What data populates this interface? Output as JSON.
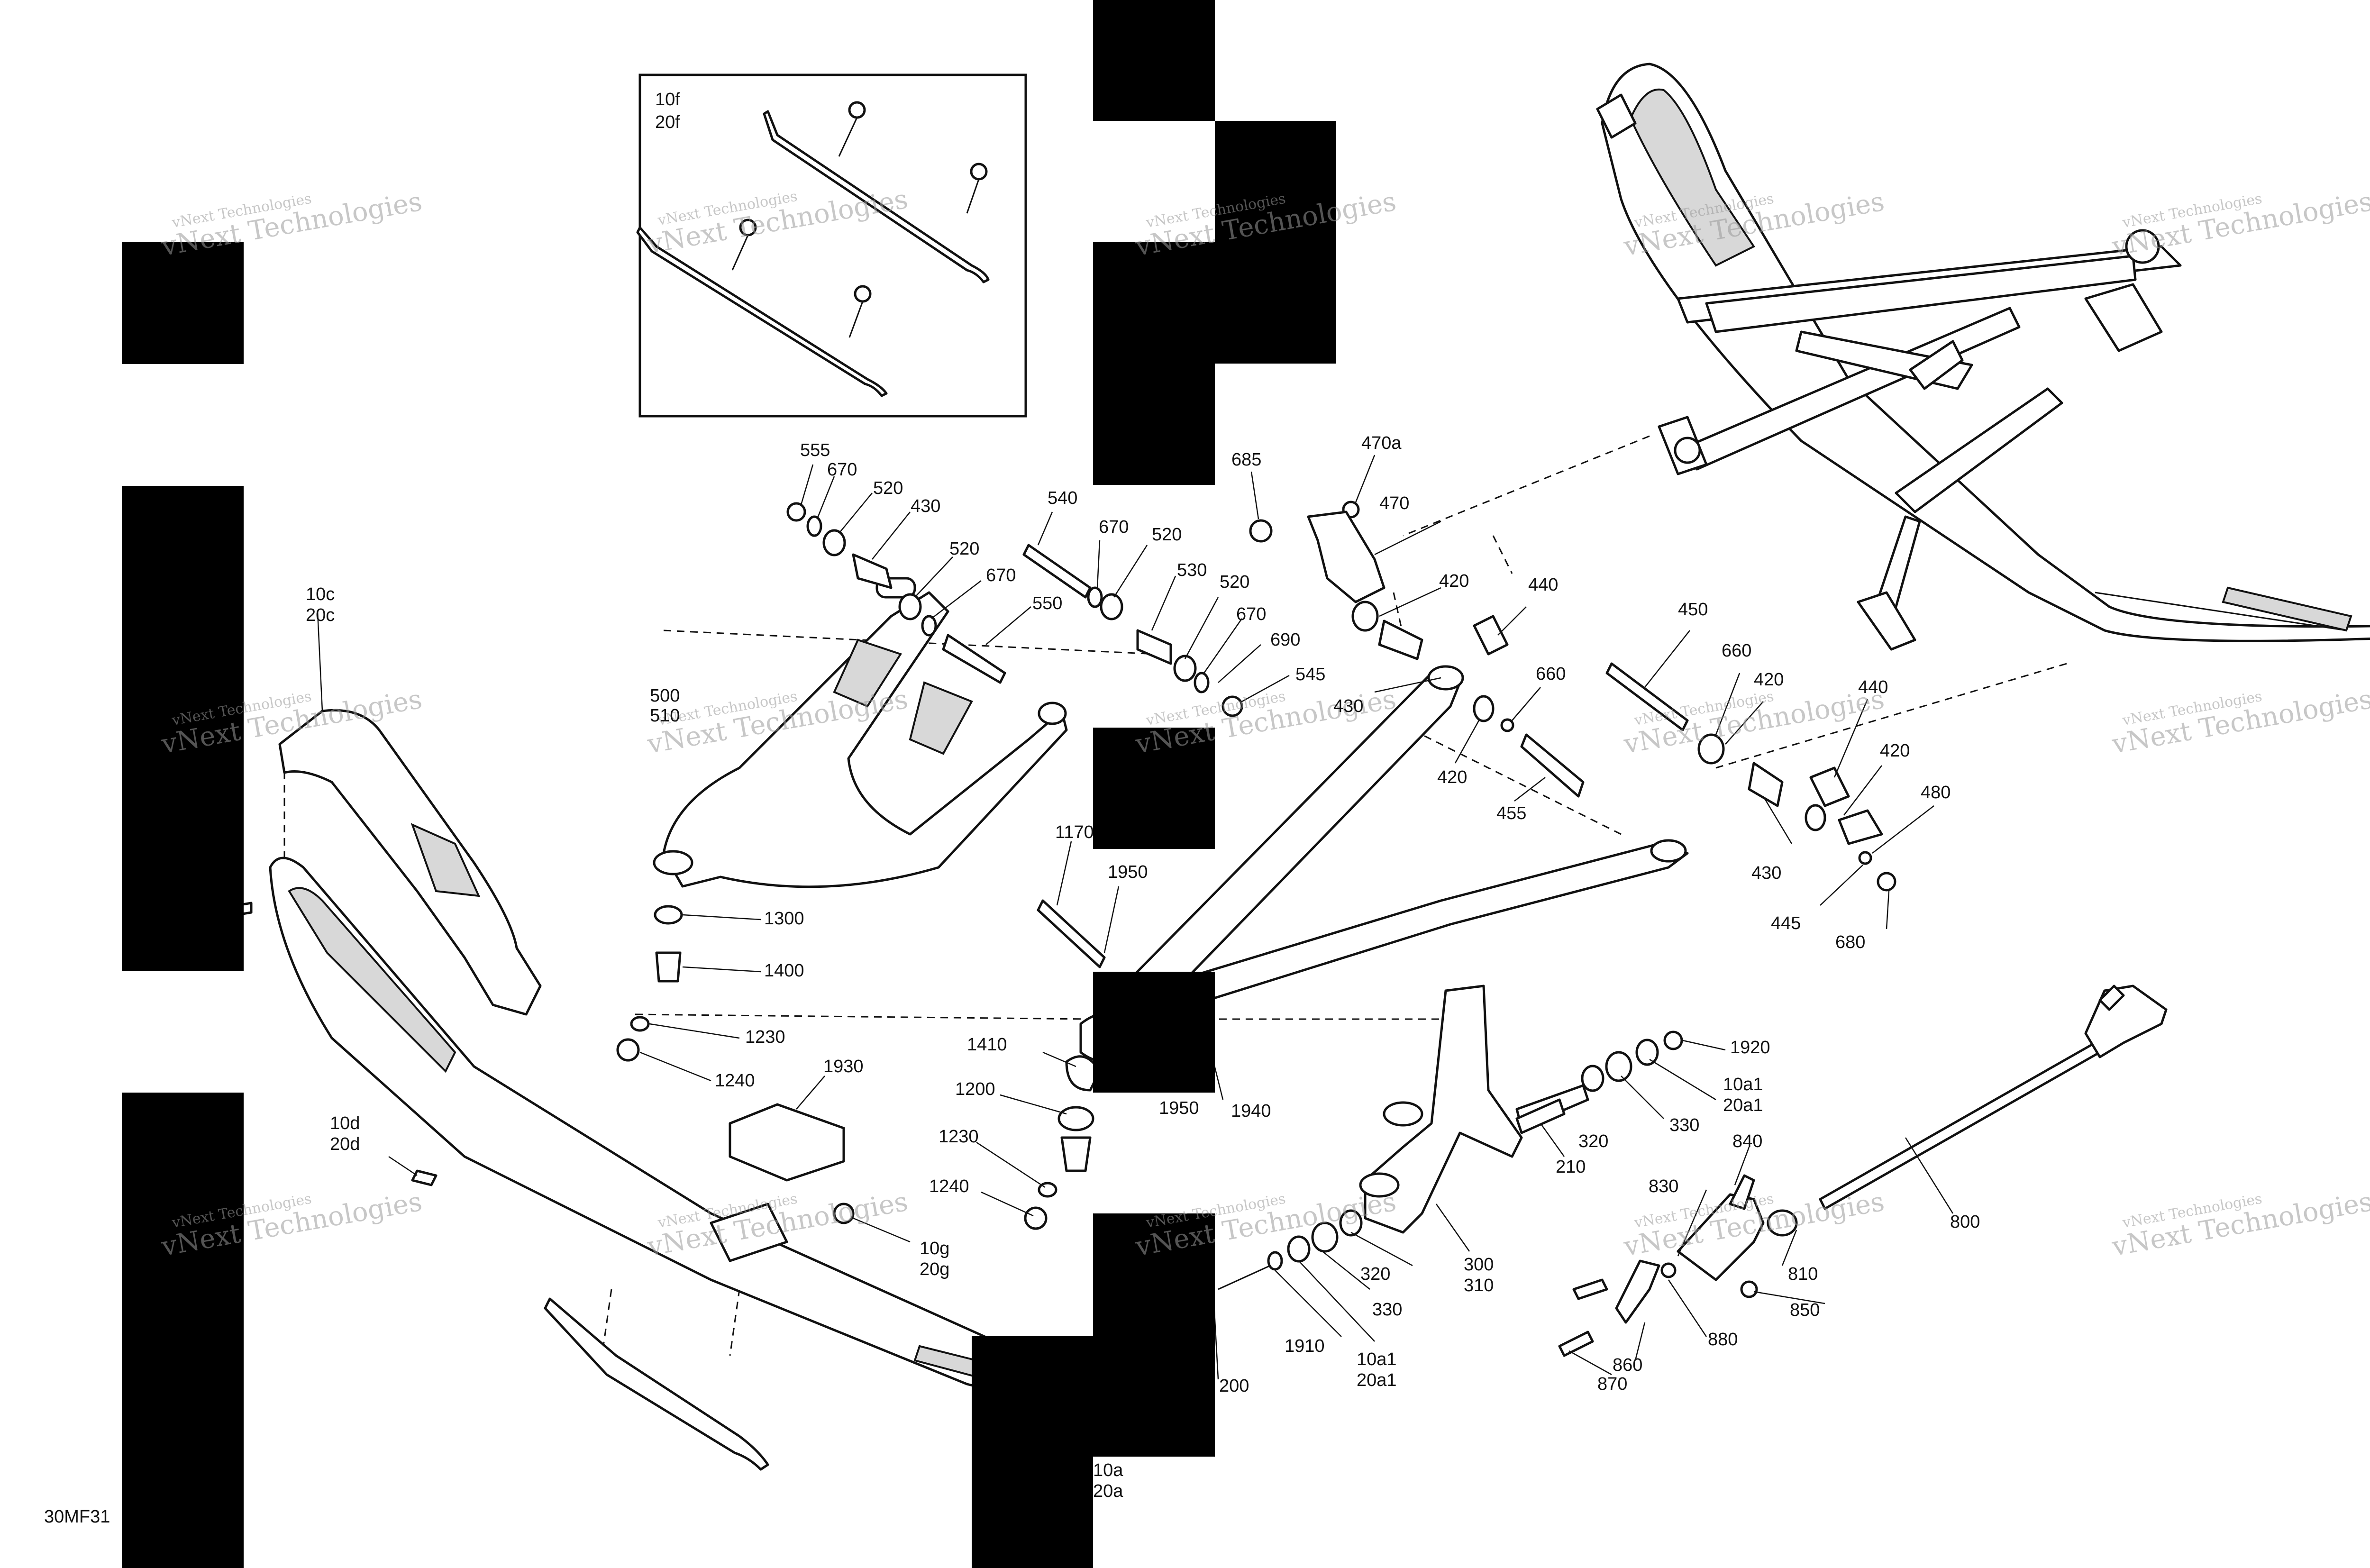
{
  "diagram": {
    "drawing_id": "30MF31",
    "watermark_text": "vNext Technologies",
    "inset_labels": [
      "10f",
      "20f"
    ],
    "callouts": {
      "c555": "555",
      "c670a": "670",
      "c520a": "520",
      "c430a": "430",
      "c520b": "520",
      "c670b": "670",
      "c550": "550",
      "c540": "540",
      "c670c": "670",
      "c520c": "520",
      "c530": "530",
      "c520d": "520",
      "c670d": "670",
      "c690": "690",
      "c545": "545",
      "c685": "685",
      "c470a": "470a",
      "c470": "470",
      "c420a": "420",
      "c440a": "440",
      "c430b": "430",
      "c420b": "420",
      "c660a": "660",
      "c455": "455",
      "c450": "450",
      "c660b": "660",
      "c420c": "420",
      "c440b": "440",
      "c420d": "420",
      "c480": "480",
      "c430c": "430",
      "c445": "445",
      "c680": "680",
      "c10c": "10c",
      "c20c": "20c",
      "c500": "500",
      "c510": "510",
      "c1300": "1300",
      "c1400": "1400",
      "c1230a": "1230",
      "c1240a": "1240",
      "c1930": "1930",
      "c1170": "1170",
      "c1950a": "1950",
      "c1410": "1410",
      "c1200": "1200",
      "c1950b": "1950",
      "c1940": "1940",
      "c1230b": "1230",
      "c1240b": "1240",
      "c10d": "10d",
      "c20d": "20d",
      "c10g": "10g",
      "c20g": "20g",
      "c1920": "1920",
      "c10a1a": "10a1",
      "c20a1a": "20a1",
      "c330a": "330",
      "c320a": "320",
      "c210": "210",
      "c300": "300",
      "c310": "310",
      "c320b": "320",
      "c330b": "330",
      "c1910": "1910",
      "c10a1b": "10a1",
      "c20a1b": "20a1",
      "c200": "200",
      "c10a": "10a",
      "c20a": "20a",
      "c840": "840",
      "c830": "830",
      "c810": "810",
      "c800": "800",
      "c850": "850",
      "c880": "880",
      "c860": "860",
      "c870": "870"
    }
  }
}
